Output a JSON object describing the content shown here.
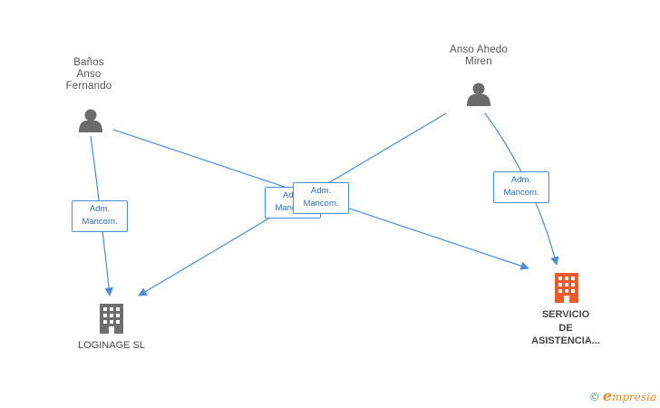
{
  "persons": [
    {
      "id": "banos",
      "lines": [
        "Baños",
        "Anso",
        "Fernando"
      ]
    },
    {
      "id": "anso",
      "lines": [
        "Anso Ahedo",
        "Miren"
      ]
    }
  ],
  "companies": [
    {
      "id": "loginage",
      "lines": [
        "LOGINAGE SL"
      ],
      "color": "#6e6e6e"
    },
    {
      "id": "servicio",
      "lines": [
        "SERVICIO",
        "DE",
        "ASISTENCIA..."
      ],
      "color": "#f05a28"
    }
  ],
  "edges": [
    {
      "id": "e1",
      "label": [
        "Adm.",
        "Mancom."
      ]
    },
    {
      "id": "e2",
      "label": [
        "Adm.",
        "Mancom."
      ]
    },
    {
      "id": "e3",
      "label": [
        "Adm.",
        "Mancom."
      ]
    },
    {
      "id": "e4",
      "label": [
        "Adm.",
        "Mancom."
      ]
    }
  ],
  "colors": {
    "edge": "#4a8fd9",
    "person_icon": "#6b6b6b"
  },
  "watermark": {
    "copyright": "©",
    "brand": "mpresia",
    "initial": "e"
  }
}
